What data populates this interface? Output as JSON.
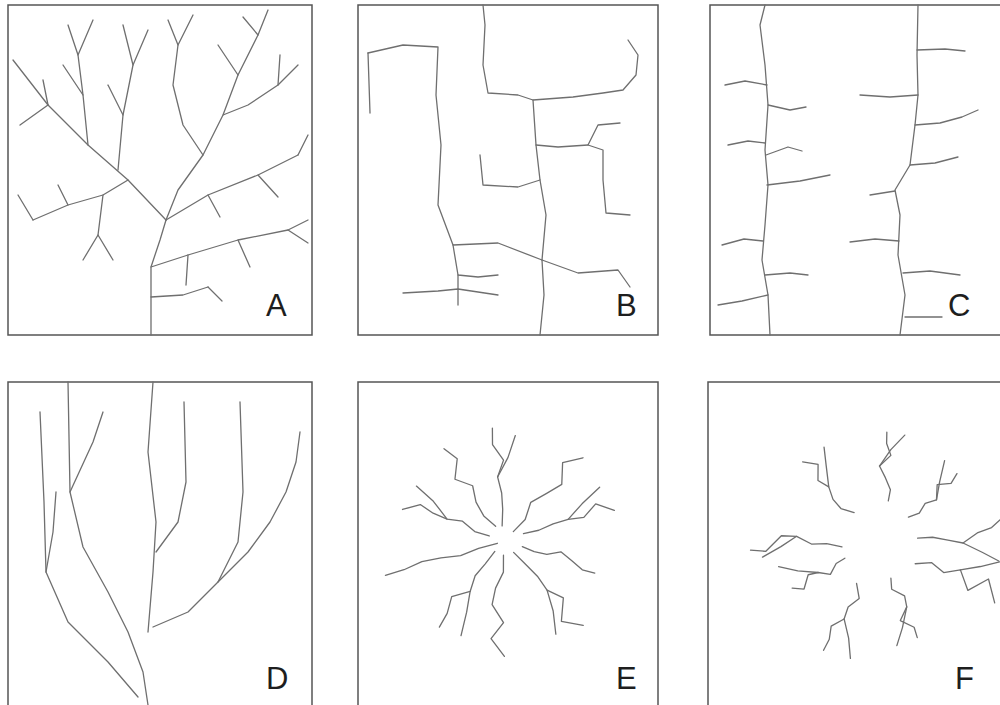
{
  "diagram": {
    "labels": [
      "A",
      "B",
      "C",
      "D",
      "E",
      "F"
    ]
  }
}
